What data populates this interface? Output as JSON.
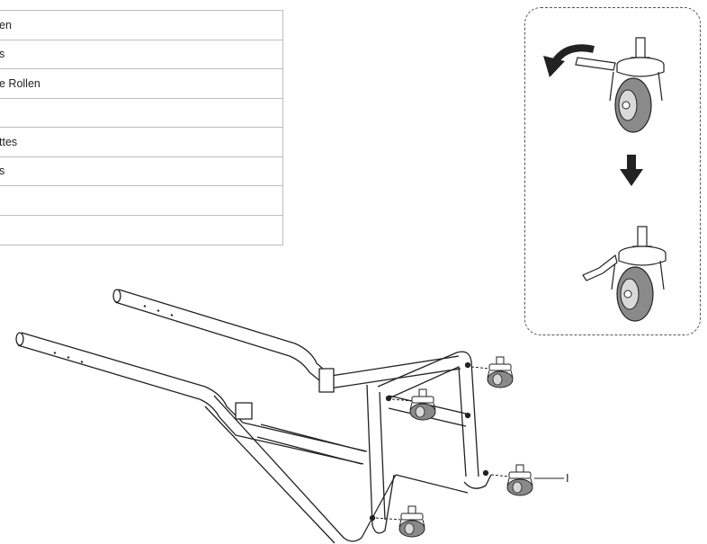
{
  "parts_table": {
    "rows": [
      "en",
      "s",
      "e Rollen",
      "",
      "ttes",
      "s",
      "",
      ""
    ]
  },
  "callout": {
    "label": "I"
  },
  "colors": {
    "line": "#222222",
    "caster_wheel": "#8a8a8a",
    "caster_hub": "#d9d9d9",
    "frame_fill": "#ffffff"
  },
  "icons": [
    "rotate-arrow-icon",
    "down-arrow-icon"
  ]
}
